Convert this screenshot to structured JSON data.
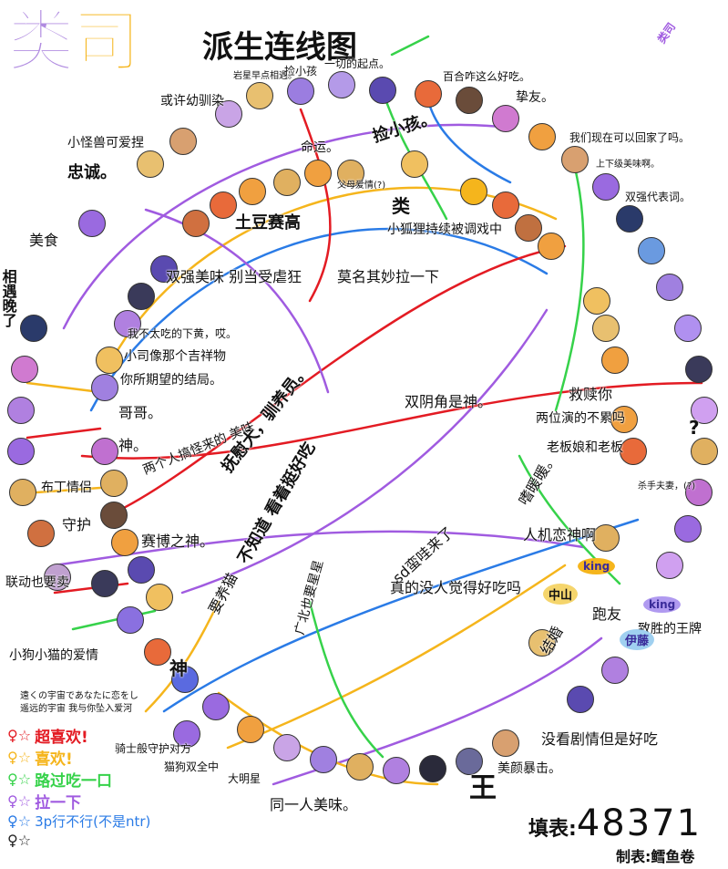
{
  "title": {
    "main_part1": "类",
    "main_part2": "司",
    "subtitle": "派生连线图"
  },
  "colors": {
    "super_like": "#e31b23",
    "like": "#f5b51c",
    "okay": "#36d24a",
    "meh": "#a05be0",
    "threesome": "#2a7be6",
    "none": "#222222",
    "title_purple": "#b08be0",
    "title_yellow": "#f5b51c"
  },
  "labels": {
    "top_right_sig": "类司",
    "l_dream_morning": "岩星早点相遇。",
    "l_pick_child_small": "捡小孩",
    "l_origin": "一切的起点。",
    "l_hundred": "百合咋这么好吃。",
    "l_friend": "挚友。",
    "l_childhood": "或许幼驯染",
    "l_monster": "小怪兽可爱捏",
    "l_loyal": "忠诚。",
    "l_fate": "命运。",
    "l_pick_child": "捡小孩。",
    "l_home": "我们现在可以回家了吗。",
    "l_superior": "上下级美味啊。",
    "l_parents": "父母爱情(?)",
    "l_lei_char": "类",
    "l_double_strong_vers": "双强代表词。",
    "l_potato": "土豆赛高",
    "l_fox": "小狐狸持续被调戏中",
    "l_food": "美食",
    "l_double_strong": "双强美味 别当受虐狂",
    "l_inexplicable": "莫名其妙拉一下",
    "l_regret": "我不太吃的下黄，哎。",
    "l_meet_late": "相遇晚了",
    "l_small_si": "小司像那个吉祥物",
    "l_expected": "你所期望的结局。",
    "l_twin": "双阴角是神。",
    "l_save": "救赎你",
    "l_acting": "两位演的不累吗",
    "l_boss": "老板娘和老板",
    "l_brother": "哥哥。",
    "l_god": "神。",
    "l_two_strangers": "两个人搞怪来的 美味",
    "l_comfort_dog": "抚慰犬，驯养员。",
    "l_question": "?",
    "l_pudding": "布丁情侣",
    "l_guard": "守护",
    "l_mad_sim": "嗜暖暖。",
    "l_killer": "杀手夫妻，(?)",
    "l_cyber_god": "赛博之神。",
    "l_unknown": "不知道 看着挺好吃",
    "l_sd": "sd蛮哇来了",
    "l_ai": "人机恋神啊",
    "l_collab": "联动也要卖",
    "l_cute_cat": "要养猫",
    "l_bacon": "广北也要星星",
    "l_nobody": "真的没人觉得好吃吗",
    "l_runner": "跑友",
    "l_win_crown": "致胜的王牌",
    "l_puppy": "小狗小猫的爱情",
    "l_god2": "神",
    "l_marry": "结婚",
    "l_far_1": "遠くの宇宙であなたに恋をし",
    "l_far_2": "遥远的宇宙 我与你坠入爱河",
    "l_knight": "骑士般守护对方",
    "l_cat_dog": "猫狗双全中",
    "l_star": "大明星",
    "l_no_plot": "没看剧情但是好吃",
    "l_beauty": "美颜暴击。",
    "l_same_person": "同一人美味。",
    "l_king": "王",
    "tag_king": "king",
    "tag_zhongshan": "中山",
    "tag_king2": "king",
    "tag_yiteng": "伊藤"
  },
  "legend": [
    {
      "icon": "♀☆",
      "text": "超喜欢!",
      "color": "#e31b23"
    },
    {
      "icon": "♀☆",
      "text": "喜欢!",
      "color": "#f5b51c"
    },
    {
      "icon": "♀☆",
      "text": "路过吃一口",
      "color": "#36d24a"
    },
    {
      "icon": "♀☆",
      "text": "拉一下",
      "color": "#a05be0"
    },
    {
      "icon": "♀☆",
      "text": "3p行不行(不是ntr)",
      "color": "#2a7be6"
    },
    {
      "icon": "♀☆",
      "text": "",
      "color": "#222222"
    }
  ],
  "footer": {
    "filled_label": "填表:",
    "filled_value": "48371",
    "maker_label": "制表:鳕鱼卷"
  }
}
